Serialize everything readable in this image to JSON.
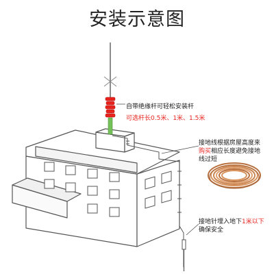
{
  "title": "安装示意图",
  "colors": {
    "accent_red": "#e8231e",
    "rod_green": "#74c15a",
    "line": "#555555",
    "copper": "#c98552"
  },
  "labels": {
    "rod": {
      "line1": "自带绝缘杆可轻松安装杆",
      "line2": "可选杆长0.5米、1米、1.5米"
    },
    "wire": {
      "line1": "接地线根据房屋高度来",
      "line2_red": "购买",
      "line2_rest": "相应长度避免接地",
      "line3": "线过短"
    },
    "ground": {
      "line1_pre": "接地针埋入地下",
      "line1_red": "1米以下",
      "line2": "确保安全"
    }
  }
}
